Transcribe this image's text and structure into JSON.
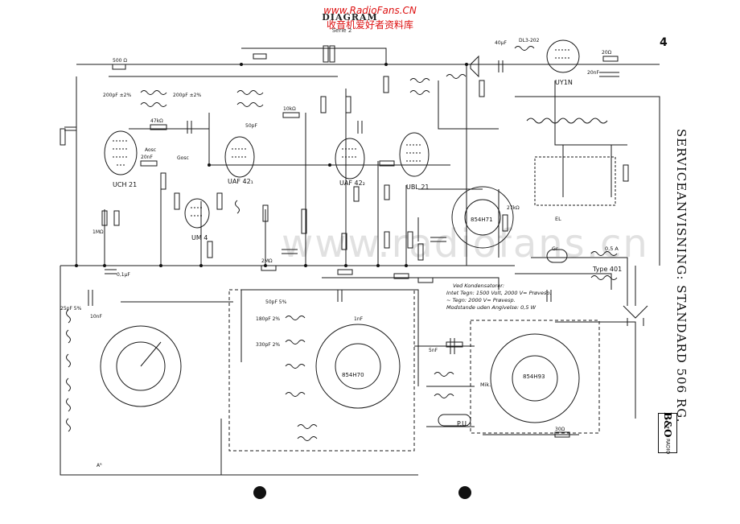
{
  "watermark": {
    "url": "www.RadioFans.CN",
    "cn": "收音机爱好者资料库",
    "overlay": "www.radiofans.cn"
  },
  "header": {
    "title": "DIAGRAM",
    "subtitle": "Serie 2",
    "page_number": "4"
  },
  "side_title": "SERVICEANVISNING: STANDARD 506 RG.",
  "logo": {
    "mark": "B&O",
    "sub": "RADIO"
  },
  "tubes": [
    {
      "id": "uch21",
      "label": "UCH 21"
    },
    {
      "id": "uaf42a",
      "label": "UAF 42₁"
    },
    {
      "id": "uaf42b",
      "label": "UAF 42₂"
    },
    {
      "id": "ubl21",
      "label": "UBL 21"
    },
    {
      "id": "um4",
      "label": "UM 4"
    },
    {
      "id": "uy1n",
      "label": "UY1N"
    }
  ],
  "switches": [
    {
      "id": "s70",
      "label": "854H70"
    },
    {
      "id": "s71",
      "label": "854H71"
    },
    {
      "id": "s93",
      "label": "854H93"
    }
  ],
  "notes": {
    "capacitors": "Ved Kondensatorer:",
    "line1": "Intet Tegn: 1500 Volt, 2000 V= Prøvesp.",
    "line2": "~ Tegn: 2000 V= Prøvesp.",
    "line3": "Modstande uden Angivelse: 0,5 W",
    "type": "Type 401",
    "fuse": "0,5 A",
    "pu": "P.U.",
    "mik": "Mik.",
    "el": "EL",
    "gr": "Gr"
  },
  "components": [
    {
      "id": "c1",
      "text": "500 Ω"
    },
    {
      "id": "c2",
      "text": "200pF ±2%"
    },
    {
      "id": "c3",
      "text": "200pF ±2%"
    },
    {
      "id": "c4",
      "text": "47kΩ"
    },
    {
      "id": "c5",
      "text": "20nF"
    },
    {
      "id": "c6",
      "text": "50pF"
    },
    {
      "id": "c7",
      "text": "10kΩ"
    },
    {
      "id": "c8",
      "text": "1MΩ"
    },
    {
      "id": "c9",
      "text": "0,1µF"
    },
    {
      "id": "c10",
      "text": "2MΩ"
    },
    {
      "id": "c11",
      "text": "10nF"
    },
    {
      "id": "c12",
      "text": "25pF 5%"
    },
    {
      "id": "c13",
      "text": "Aosc"
    },
    {
      "id": "c14",
      "text": "Gosc"
    },
    {
      "id": "c15",
      "text": "50pF 5%"
    },
    {
      "id": "c16",
      "text": "330pF 2%"
    },
    {
      "id": "c17",
      "text": "180pF 2%"
    },
    {
      "id": "c18",
      "text": "1nF"
    },
    {
      "id": "c19",
      "text": "20Ω"
    },
    {
      "id": "c20",
      "text": "40µF"
    },
    {
      "id": "c21",
      "text": "DL3-202"
    },
    {
      "id": "c22",
      "text": "30Ω"
    },
    {
      "id": "c23",
      "text": "20nF"
    },
    {
      "id": "c24",
      "text": "5nF"
    },
    {
      "id": "c25",
      "text": "27kΩ"
    },
    {
      "id": "c26",
      "text": "Aᴿ"
    }
  ]
}
